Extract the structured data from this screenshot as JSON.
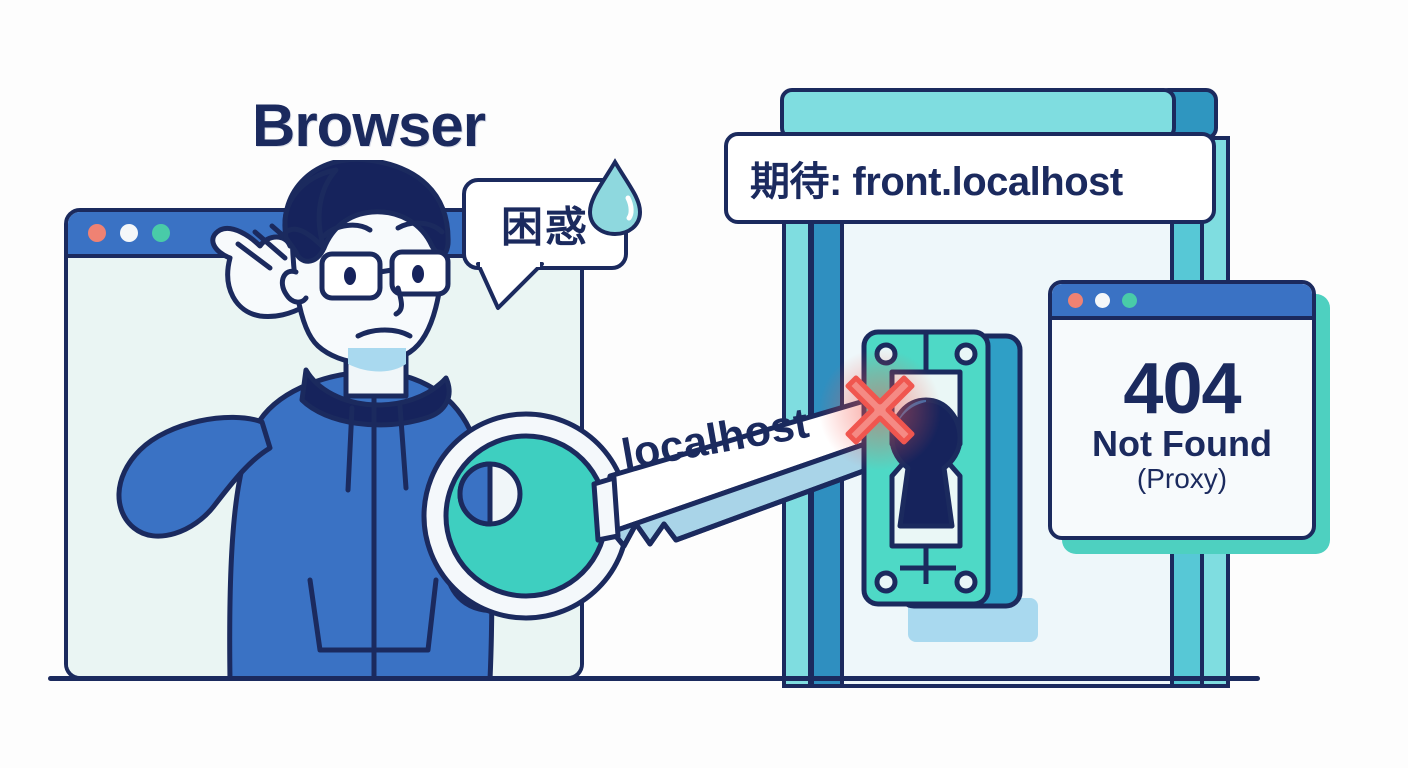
{
  "scene": {
    "title": "Browser",
    "background_color": "#fdfdfd",
    "ground_color": "#1b2a5e"
  },
  "palette": {
    "navy": "#1b2a5e",
    "blue": "#3a72c4",
    "teal": "#3ecfc0",
    "light_teal": "#7fdde0",
    "mid_blue": "#2f8fc0",
    "pale_mint": "#eaf5f3",
    "red": "#f0564f",
    "salmon": "#ef8273",
    "white": "#ffffff"
  },
  "character": {
    "name": "confused-user",
    "hair_color": "#16235c",
    "hoodie_color": "#3a72c4",
    "skin_color": "#f7fafc",
    "pose": "scratching-head"
  },
  "left_window": {
    "name": "browser-window",
    "dots": [
      "red",
      "white",
      "green"
    ],
    "body_color": "#eaf5f3"
  },
  "speech_bubble": {
    "text": "困惑",
    "icon": "sweat-drop-icon",
    "drop_color": "#8ed8de"
  },
  "expect_banner": {
    "text": "期待: front.localhost"
  },
  "key": {
    "label": "localhost",
    "bow_color": "#3ecfc0",
    "shaft_color": "#d7ecf6"
  },
  "lock": {
    "name": "door-lock-plate",
    "plate_color": "#4ed9c6",
    "keyhole_color": "#16235c",
    "error_mark": "x-mark-icon",
    "error_color": "#f0564f"
  },
  "gate": {
    "name": "door-gate",
    "top_bar_color": "#7fdde0",
    "post_colors": [
      "#7fdde0",
      "#2f8fc0",
      "#57c8d6"
    ],
    "panel_color": "#eef7fa"
  },
  "notfound_window": {
    "name": "proxy-error-window",
    "dots": [
      "red",
      "white",
      "green"
    ],
    "code": "404",
    "message": "Not Found",
    "source": "(Proxy)",
    "shadow_color": "#4ed0c0"
  }
}
